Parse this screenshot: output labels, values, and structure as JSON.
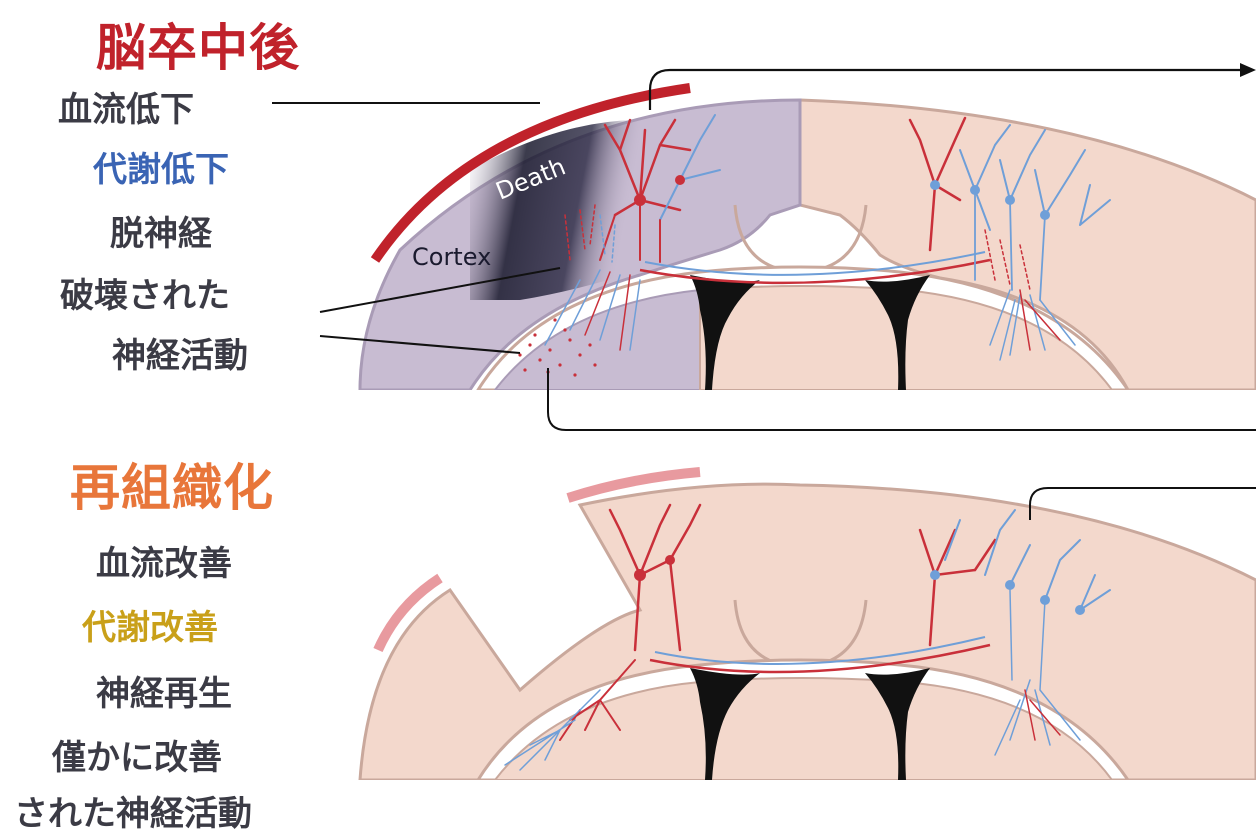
{
  "top_panel": {
    "heading": "脳卒中後",
    "items": [
      "血流低下",
      "代謝低下",
      "脱神経",
      "破壊された",
      "神経活動"
    ],
    "diagram_labels": {
      "death": "Death",
      "cortex": "Cortex"
    }
  },
  "bottom_panel": {
    "heading": "再組織化",
    "items": [
      "血流改善",
      "代謝改善",
      "神経再生",
      "僅かに改善",
      "された神経活動"
    ]
  },
  "colors": {
    "stroke_red": "#c0222b",
    "recovery_orange": "#e8763a",
    "metabolism_blue": "#3a64b4",
    "metabolism_gold": "#c9a019",
    "text_dark": "#3b3b45",
    "tissue_lesion": "#c8bcd2",
    "tissue_normal": "#f3d8cc",
    "neuron_red": "#c9303a",
    "neuron_blue": "#6f9fd8"
  }
}
